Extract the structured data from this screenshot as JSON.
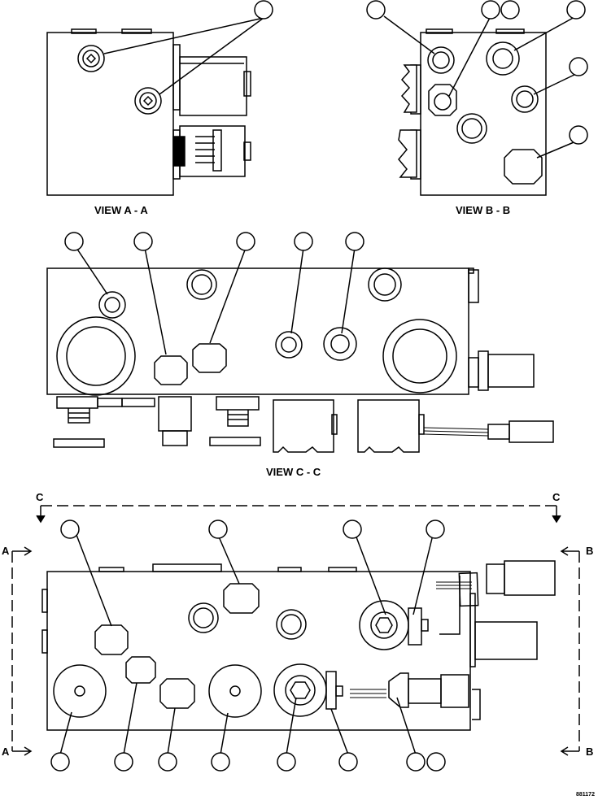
{
  "views": {
    "a": "VIEW A - A",
    "b": "VIEW B - B",
    "c": "VIEW C - C"
  },
  "section_marks": {
    "a_top": "A",
    "a_bottom": "A",
    "b_top": "B",
    "b_bottom": "B",
    "c_left": "C",
    "c_right": "C"
  },
  "figure_number": "881172",
  "colors": {
    "line": "#000000",
    "fill": "#ffffff",
    "shade": "#000000"
  }
}
